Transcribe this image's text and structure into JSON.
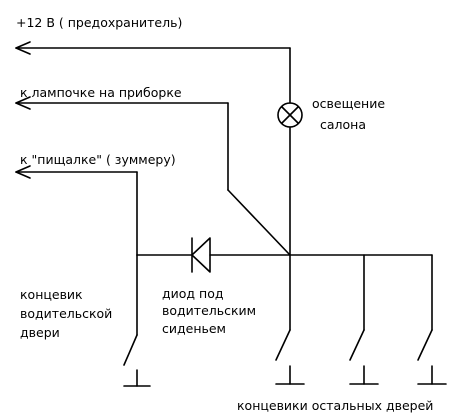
{
  "labels": {
    "power": "+12 В   ( предохранитель)",
    "dash_lamp": "к лампочке на приборке",
    "buzzer": "к \"пищалке\"   ( зуммеру)",
    "cabin_light_1": "освещение",
    "cabin_light_2": "салона",
    "driver_switch_1": "концевик",
    "driver_switch_2": "водительской",
    "driver_switch_3": "двери",
    "diode_1": "диод под",
    "diode_2": "водительским",
    "diode_3": "сиденьем",
    "other_switches": "концевики остальных дверей"
  },
  "colors": {
    "ink": "#000000",
    "background": "#ffffff"
  }
}
